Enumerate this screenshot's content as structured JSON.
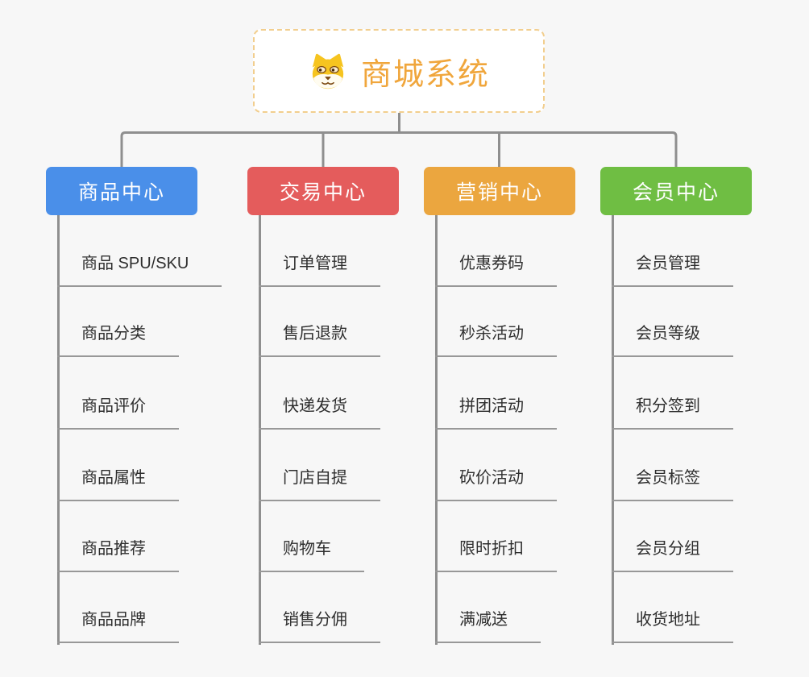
{
  "root": {
    "title": "商城系统",
    "title_color": "#f0a63c",
    "border_color": "#f2ce8e",
    "icon": "dog-face-icon"
  },
  "connector_color": "#8f8f8f",
  "background_color": "#f7f7f7",
  "branches": [
    {
      "label": "商品中心",
      "color": "#4a8fe9",
      "items": [
        "商品 SPU/SKU",
        "商品分类",
        "商品评价",
        "商品属性",
        "商品推荐",
        "商品品牌"
      ]
    },
    {
      "label": "交易中心",
      "color": "#e45c5c",
      "items": [
        "订单管理",
        "售后退款",
        "快递发货",
        "门店自提",
        "购物车",
        "销售分佣"
      ]
    },
    {
      "label": "营销中心",
      "color": "#eba63f",
      "items": [
        "优惠券码",
        "秒杀活动",
        "拼团活动",
        "砍价活动",
        "限时折扣",
        "满减送"
      ]
    },
    {
      "label": "会员中心",
      "color": "#6fbe43",
      "items": [
        "会员管理",
        "会员等级",
        "积分签到",
        "会员标签",
        "会员分组",
        "收货地址"
      ]
    }
  ]
}
